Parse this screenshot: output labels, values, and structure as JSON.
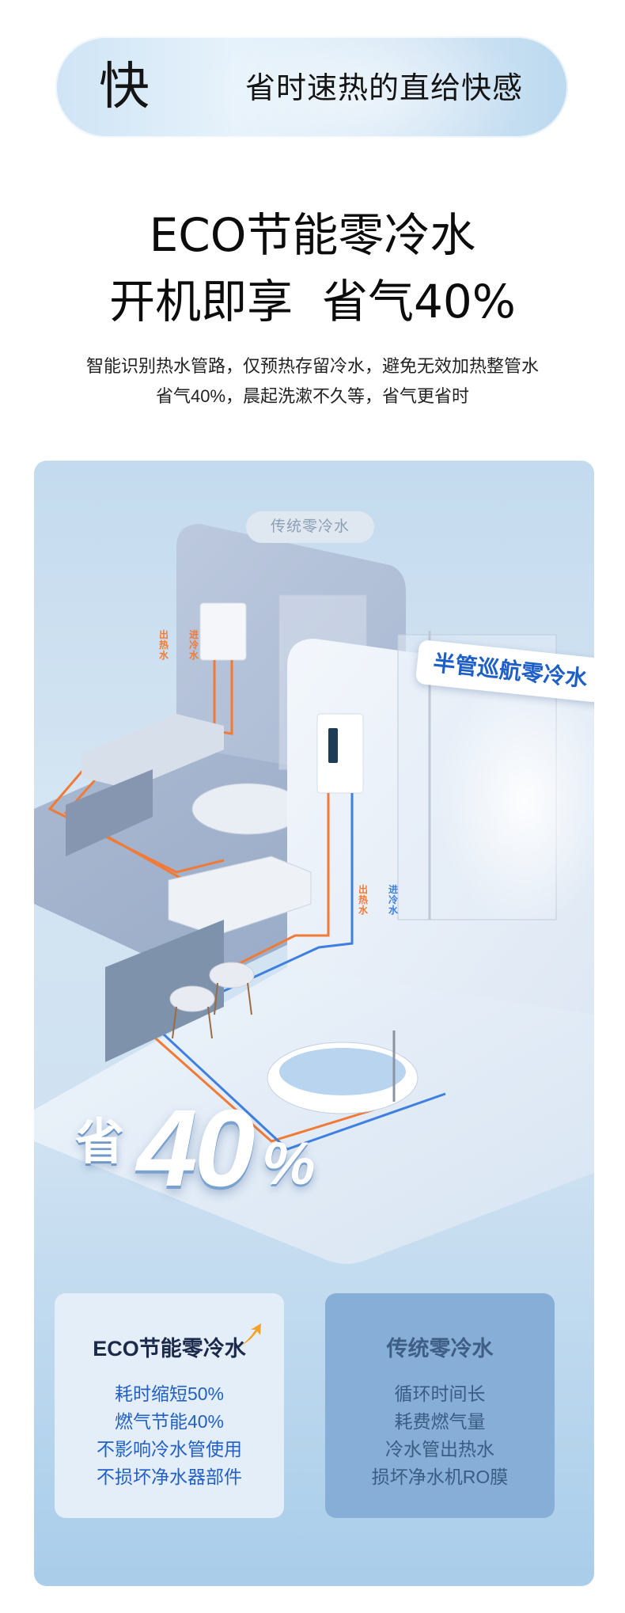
{
  "banner": {
    "char": "快",
    "subtitle": "省时速热的直给快感"
  },
  "headline": {
    "line1": "ECO节能零冷水",
    "line2": "开机即享  省气40%"
  },
  "description": {
    "line1": "智能识别热水管路，仅预热存留冷水，避免无效加热整管水",
    "line2": "省气40%，晨起洗漱不久等，省气更省时"
  },
  "scene": {
    "label_traditional": "传统零冷水",
    "label_halfpipe": "半管巡航零冷水",
    "pipe_out_back": "出热水",
    "pipe_in_back": "进冷水",
    "pipe_out_front": "出热水",
    "pipe_in_front": "进冷水",
    "save_char": "省",
    "save_number": "40",
    "save_percent": "%"
  },
  "compare": {
    "eco": {
      "title": "ECO节能零冷水",
      "items": [
        "耗时缩短50%",
        "燃气节能40%",
        "不影响冷水管使用",
        "不损坏净水器部件"
      ]
    },
    "traditional": {
      "title": "传统零冷水",
      "items": [
        "循环时间长",
        "耗费燃气量",
        "冷水管出热水",
        "损坏净水机RO膜"
      ]
    }
  },
  "colors": {
    "hot_pipe": "#f07a36",
    "cold_pipe": "#3e7fe0",
    "accent_blue": "#2260c4",
    "arrow_orange": "#f5a12a"
  }
}
